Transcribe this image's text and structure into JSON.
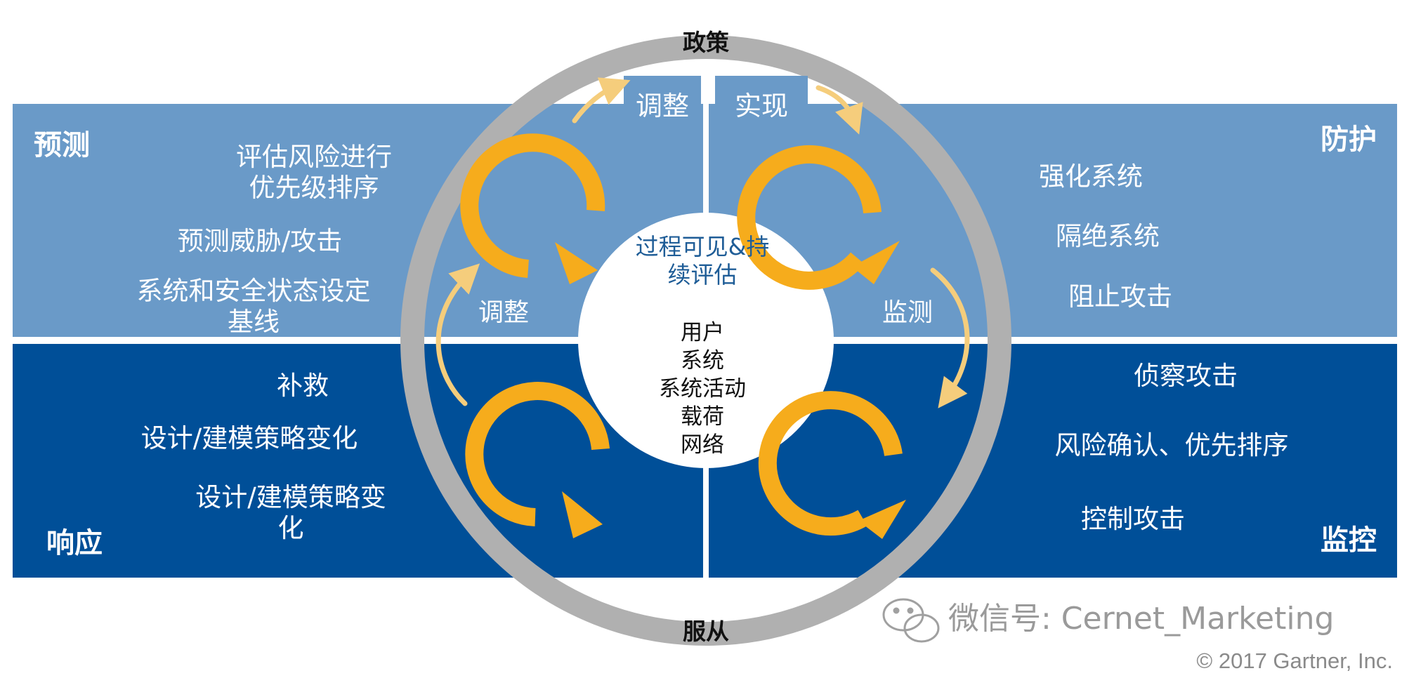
{
  "ring": {
    "top_label": "政策",
    "bottom_label": "服从"
  },
  "quadrants": {
    "predict": {
      "title": "预测",
      "items": [
        "评估风险进行",
        "优先级排序",
        "预测威胁/攻击",
        "系统和安全状态设定",
        "基线"
      ]
    },
    "prevent": {
      "title": "防护",
      "items": [
        "强化系统",
        "隔绝系统",
        "阻止攻击"
      ]
    },
    "respond": {
      "title": "响应",
      "items": [
        "补救",
        "设计/建模策略变化",
        "设计/建模策略变",
        "化"
      ]
    },
    "detect": {
      "title": "监控",
      "items": [
        "侦察攻击",
        "风险确认、优先排序",
        "控制攻击"
      ]
    }
  },
  "tabs": {
    "adjust_top": "调整",
    "implement": "实现"
  },
  "cycles": {
    "adjust_side": "调整",
    "monitor": "监测"
  },
  "core": {
    "title_line1": "过程可见&持",
    "title_line2": "续评估",
    "items": [
      "用户",
      "系统",
      "系统活动",
      "载荷",
      "网络"
    ]
  },
  "watermark": "微信号: Cernet_Marketing",
  "copyright": "© 2017 Gartner, Inc.",
  "colors": {
    "light_blue": "#6a9ac8",
    "dark_blue": "#004f98",
    "ring_gray": "#b0b0b0",
    "arrow_orange": "#f6ac1c",
    "arrow_light": "#f5cd7c"
  }
}
